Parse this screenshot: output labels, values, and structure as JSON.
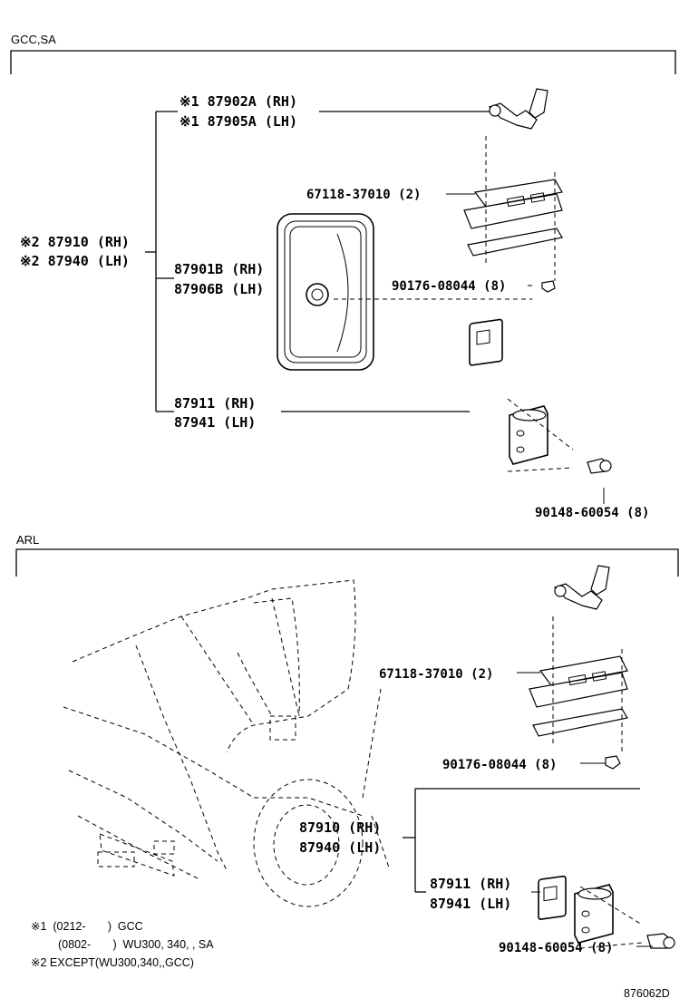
{
  "sections": {
    "top_label": "GCC,SA",
    "bottom_label": "ARL"
  },
  "top": {
    "rod_a_rh": "※1 87902A (RH)",
    "rod_a_lh": "※1 87905A (LH)",
    "assy_rh": "※2 87910 (RH)",
    "assy_lh": "※2 87940 (LH)",
    "bracket_plate": "67118-37010 (2)",
    "mirror_rh": "87901B (RH)",
    "mirror_lh": "87906B (LH)",
    "nut": "90176-08044 (8)",
    "base_rh": "87911 (RH)",
    "base_lh": "87941 (LH)",
    "bolt": "90148-60054 (8)"
  },
  "bottom": {
    "bracket_plate": "67118-37010 (2)",
    "nut": "90176-08044 (8)",
    "assy_rh": "87910 (RH)",
    "assy_lh": "87940 (LH)",
    "base_rh": "87911 (RH)",
    "base_lh": "87941 (LH)",
    "bolt": "90148-60054 (8)"
  },
  "notes": {
    "n1_line1": "※1  (0212-       )  GCC",
    "n1_line2": "(0802-       )  WU300, 340, , SA",
    "n2": "※2 EXCEPT(WU300,340,,GCC)"
  },
  "diagram_id": "876062D"
}
